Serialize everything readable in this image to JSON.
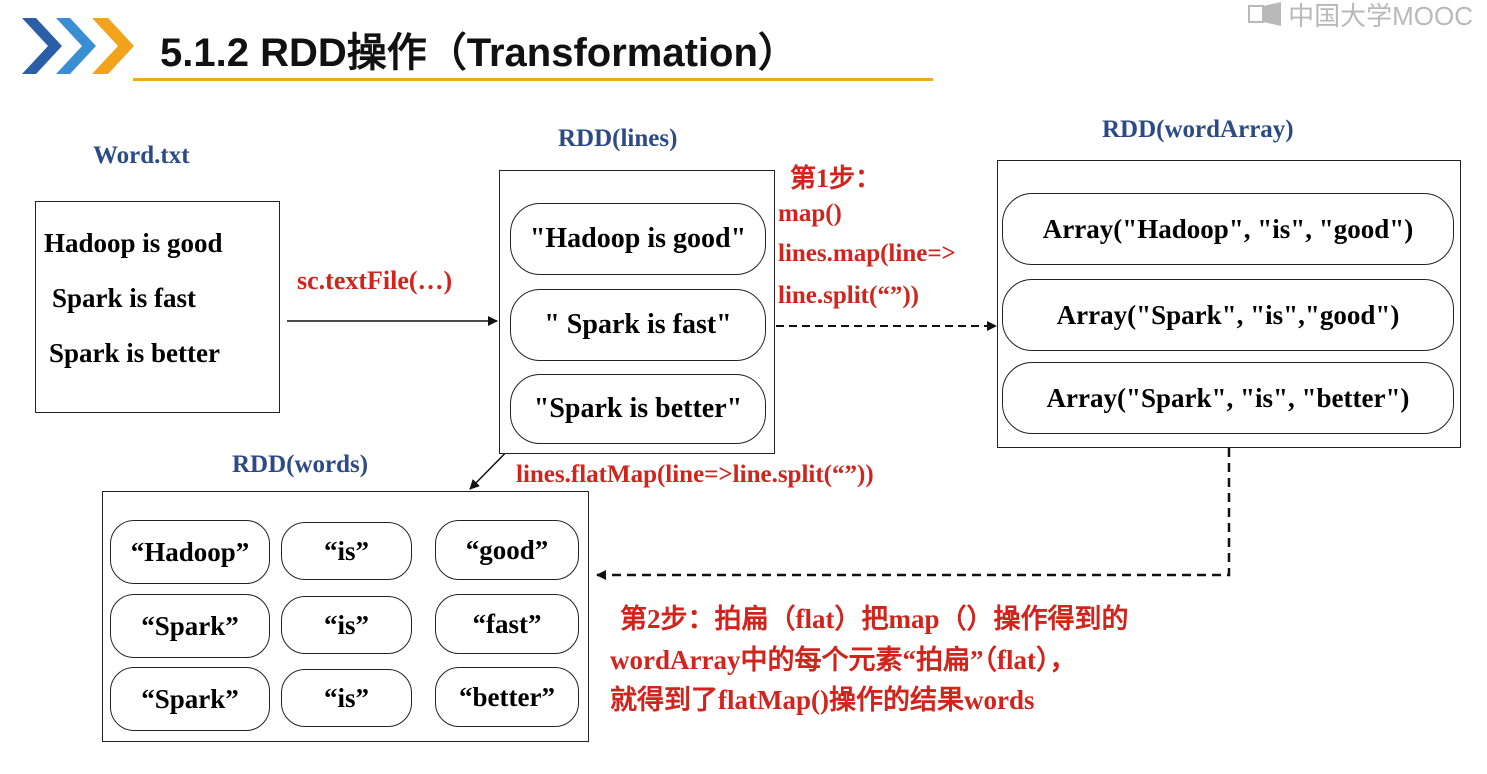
{
  "header": {
    "title": "5.1.2 RDD操作（Transformation）",
    "watermark": "中国大学MOOC",
    "accent_color": "#f0a81c",
    "chevron_colors": [
      "#2a5fa8",
      "#3a8fd4",
      "#f2a31b"
    ]
  },
  "word_file": {
    "label": "Word.txt",
    "lines": [
      "Hadoop is good",
      "Spark is fast",
      "Spark is better"
    ]
  },
  "rdd_lines": {
    "label": "RDD(lines)",
    "items": [
      "\"Hadoop is good\"",
      "\" Spark is fast\"",
      "\"Spark is better\""
    ]
  },
  "rdd_word_array": {
    "label": "RDD(wordArray)",
    "items": [
      "Array(\"Hadoop\", \"is\", \"good\")",
      "Array(\"Spark\", \"is\",\"good\")",
      "Array(\"Spark\", \"is\", \"better\")"
    ]
  },
  "rdd_words": {
    "label": "RDD(words)",
    "rows": [
      [
        "“Hadoop”",
        "“is”",
        "“good”"
      ],
      [
        "“Spark”",
        "“is”",
        "“fast”"
      ],
      [
        "“Spark”",
        "“is”",
        "“better”"
      ]
    ]
  },
  "annotations": {
    "textfile_call": "sc.textFile(…)",
    "step1_title": "第1步：",
    "step1_lines": [
      "map()",
      "lines.map(line=>",
      "line.split(“”))"
    ],
    "flatmap_call": "lines.flatMap(line=>line.split(“”))",
    "step2_lines": [
      "第2步：拍扁（flat）把map（）操作得到的",
      "wordArray中的每个元素“拍扁”（flat），",
      "就得到了flatMap()操作的结果words"
    ]
  },
  "colors": {
    "label_blue": "#2b4a86",
    "annotation_red": "#d0241c"
  }
}
